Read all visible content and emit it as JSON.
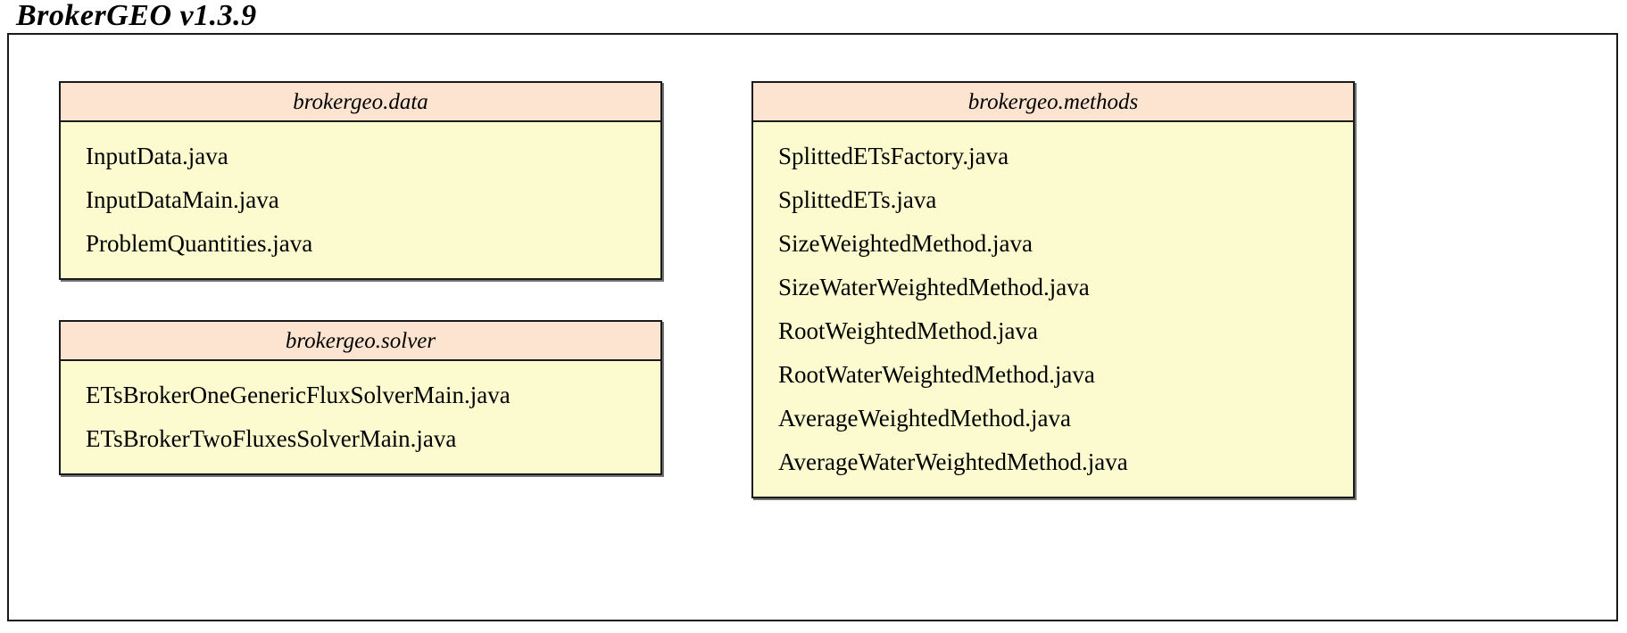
{
  "title": "BrokerGEO v1.3.9",
  "colors": {
    "package_header_bg": "#fce4d0",
    "package_body_bg": "#fcfbcf",
    "border": "#1a1a1a",
    "frame_bg": "#ffffff",
    "text": "#000000"
  },
  "packages": [
    {
      "name": "brokergeo.data",
      "items": [
        "InputData.java",
        "InputDataMain.java",
        "ProblemQuantities.java"
      ]
    },
    {
      "name": "brokergeo.solver",
      "items": [
        "ETsBrokerOneGenericFluxSolverMain.java",
        "ETsBrokerTwoFluxesSolverMain.java"
      ]
    },
    {
      "name": "brokergeo.methods",
      "items": [
        "SplittedETsFactory.java",
        "SplittedETs.java",
        "SizeWeightedMethod.java",
        "SizeWaterWeightedMethod.java",
        "RootWeightedMethod.java",
        "RootWaterWeightedMethod.java",
        "AverageWeightedMethod.java",
        "AverageWaterWeightedMethod.java"
      ]
    }
  ]
}
